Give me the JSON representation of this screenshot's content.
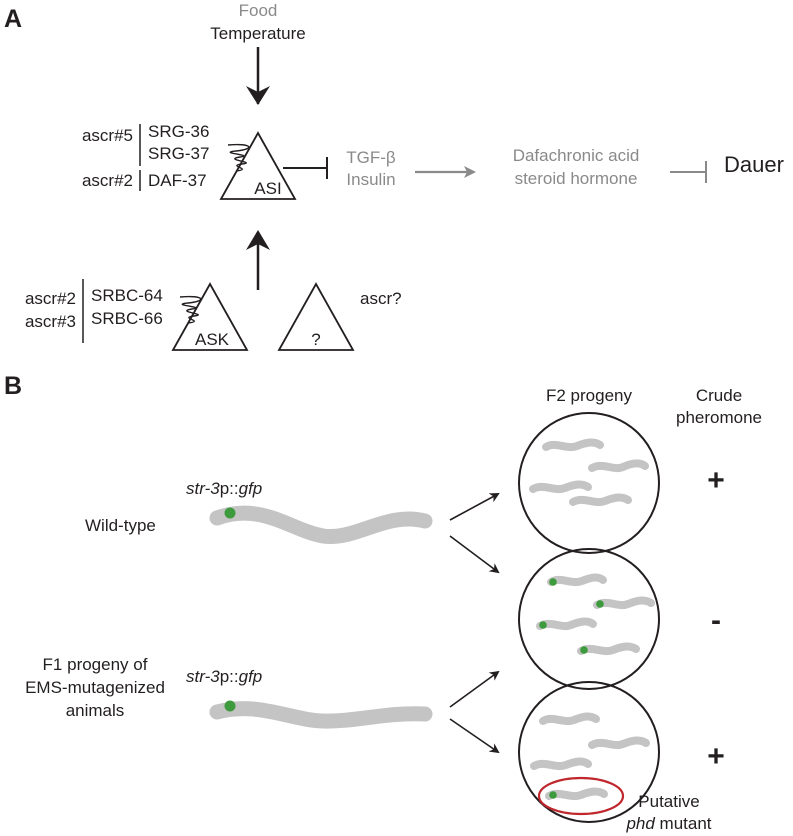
{
  "panel_a": {
    "label": "A",
    "inputs": [
      "Food",
      "Temperature"
    ],
    "asi_neuron": {
      "label": "ASI"
    },
    "ask_neuron": {
      "label": "ASK"
    },
    "unknown_neuron": {
      "label": "?",
      "ligand": "ascr?"
    },
    "asi_ligands": [
      {
        "ligand": "ascr#5",
        "receptors": [
          "SRG-36",
          "SRG-37"
        ]
      },
      {
        "ligand": "ascr#2",
        "receptors": [
          "DAF-37"
        ]
      }
    ],
    "ask_ligands": [
      "ascr#2",
      "ascr#3"
    ],
    "ask_receptors": [
      "SRBC-64",
      "SRBC-66"
    ],
    "pathway_1": [
      "TGF-β",
      "Insulin"
    ],
    "pathway_2": [
      "Dafachronic acid",
      "steroid hormone"
    ],
    "outcome": "Dauer",
    "colors": {
      "inhibited_text": "#8a8a8a",
      "arrow_black": "#231f20"
    }
  },
  "panel_b": {
    "label": "B",
    "column_headers": {
      "progeny": "F2 progeny",
      "pheromone_line1": "Crude",
      "pheromone_line2": "pheromone"
    },
    "rows": [
      {
        "label": "Wild-type",
        "reporter": {
          "gene": "str-3",
          "suffix": "p::",
          "marker": "gfp"
        }
      },
      {
        "label_lines": [
          "F1 progeny of",
          "EMS-mutagenized",
          "animals"
        ],
        "reporter": {
          "gene": "str-3",
          "suffix": "p::",
          "marker": "gfp"
        }
      }
    ],
    "plates": [
      {
        "pheromone_sign": "+",
        "gfp_worms": 0
      },
      {
        "pheromone_sign": "-",
        "gfp_worms": 4
      },
      {
        "pheromone_sign": "+",
        "gfp_worms": 1
      }
    ],
    "mutant_callout": {
      "line1": "Putative",
      "italic": "phd",
      "rest": " mutant"
    },
    "colors": {
      "worm": "#c4c4c4",
      "gfp_dot": "#3d9a3d",
      "highlight": "#c0272d"
    }
  }
}
